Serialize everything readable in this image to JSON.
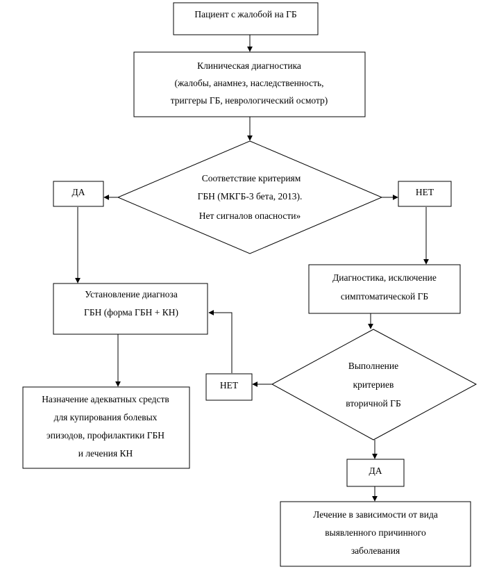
{
  "nodes": {
    "start": {
      "lines": [
        "Пациент с жалобой на ГБ"
      ]
    },
    "clinical": {
      "lines": [
        "Клиническая диагностика",
        "(жалобы, анамнез, наследственность,",
        "триггеры ГБ, неврологический осмотр)"
      ]
    },
    "criteria": {
      "lines": [
        "Соответствие критериям",
        "ГБН (МКГБ-3 бета, 2013).",
        "Нет сигналов опасности»"
      ]
    },
    "yes1": {
      "lines": [
        "ДА"
      ]
    },
    "no1": {
      "lines": [
        "НЕТ"
      ]
    },
    "diagnosis": {
      "lines": [
        "Установление диагноза",
        "ГБН (форма ГБН + КН)"
      ]
    },
    "exclusion": {
      "lines": [
        "Диагностика, исключение",
        "симптоматической ГБ"
      ]
    },
    "secondary": {
      "lines": [
        "Выполнение",
        "критериев",
        "вторичной ГБ"
      ]
    },
    "no2": {
      "lines": [
        "НЕТ"
      ]
    },
    "treatment": {
      "lines": [
        "Назначение адекватных средств",
        "для купирования болевых",
        "эпизодов, профилактики ГБН",
        "и лечения КН"
      ]
    },
    "yes2": {
      "lines": [
        "ДА"
      ]
    },
    "cause": {
      "lines": [
        "Лечение в зависимости от вида",
        "выявленного причинного",
        "заболевания"
      ]
    }
  }
}
